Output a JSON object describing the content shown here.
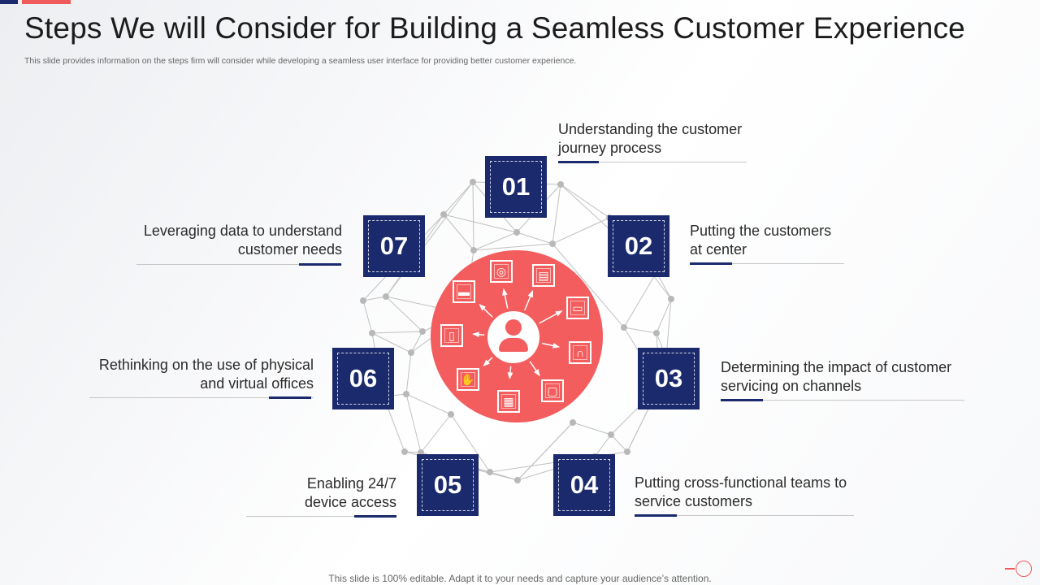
{
  "slide": {
    "title": "Steps We will Consider for Building a Seamless Customer Experience",
    "subtitle": "This slide provides information on the steps firm will consider while developing a seamless user interface for providing better customer experience.",
    "footer": "This slide is 100% editable. Adapt it to your needs and capture your audience’s attention."
  },
  "colors": {
    "navy": "#1a2a6c",
    "coral": "#f35d5d",
    "network": "#c0c0c0"
  },
  "center": {
    "icon": "user-icon",
    "mini_icons": [
      "target-icon",
      "document-icon",
      "web-video-icon",
      "headphones-icon",
      "chat-icon",
      "printer-icon",
      "like-icon",
      "mobile-icon",
      "presentation-icon"
    ]
  },
  "steps": [
    {
      "num": "01",
      "line1": "Understanding the customer",
      "line2": "journey process"
    },
    {
      "num": "02",
      "line1": "Putting the customers",
      "line2": "at center"
    },
    {
      "num": "03",
      "line1": "Determining the impact of customer",
      "line2": "servicing on channels"
    },
    {
      "num": "04",
      "line1": "Putting cross-functional teams to",
      "line2": "service customers"
    },
    {
      "num": "05",
      "line1": "Enabling 24/7",
      "line2": "device access"
    },
    {
      "num": "06",
      "line1": "Rethinking on the use of physical",
      "line2": "and virtual offices"
    },
    {
      "num": "07",
      "line1": "Leveraging data to understand",
      "line2": "customer needs"
    }
  ]
}
